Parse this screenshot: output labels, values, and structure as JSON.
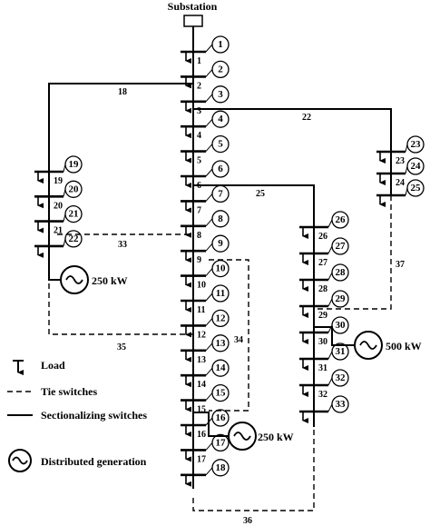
{
  "title": "Substation",
  "legend": {
    "load": "Load",
    "tie": "Tie switches",
    "sectionalizing": "Sectionalizing switches",
    "dg": "Distributed generation"
  },
  "nodes": {
    "main": [
      "1",
      "2",
      "3",
      "4",
      "5",
      "6",
      "7",
      "8",
      "9",
      "10",
      "11",
      "12",
      "13",
      "14",
      "15",
      "16",
      "17",
      "18"
    ],
    "b19": [
      "19",
      "20",
      "21",
      "22"
    ],
    "b23": [
      "23",
      "24",
      "25"
    ],
    "b26": [
      "26",
      "27",
      "28",
      "29",
      "30",
      "31",
      "32",
      "33"
    ]
  },
  "bus_labels": {
    "main": [
      "1",
      "2",
      "3",
      "4",
      "5",
      "6",
      "7",
      "8",
      "9",
      "10",
      "11",
      "12",
      "13",
      "14",
      "15",
      "16",
      "17"
    ],
    "b19": [
      "19",
      "20",
      "21"
    ],
    "b23": [
      "23",
      "24"
    ],
    "b26": [
      "26",
      "27",
      "28",
      "29",
      "30",
      "31",
      "32"
    ]
  },
  "branch_labels": {
    "l18": "18",
    "l22": "22",
    "l25": "25"
  },
  "tie_labels": {
    "t33": "33",
    "t34": "34",
    "t35": "35",
    "t36": "36",
    "t37": "37"
  },
  "dg": {
    "g1": "250 kW",
    "g2": "500 kW",
    "g3": "250 kW"
  }
}
